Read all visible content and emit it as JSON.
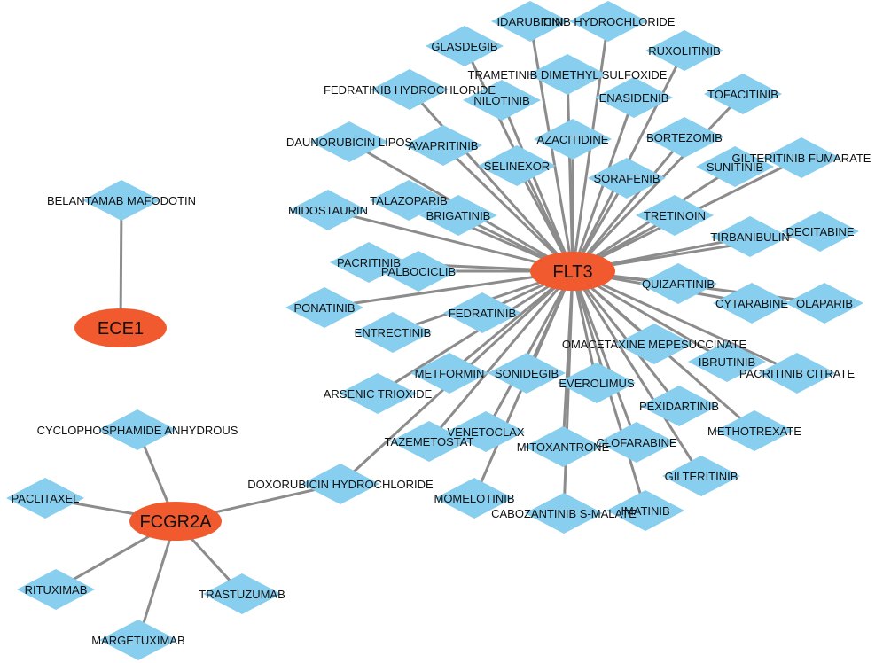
{
  "graph": {
    "genes": [
      {
        "id": "FLT3",
        "label": "FLT3"
      },
      {
        "id": "ECE1",
        "label": "ECE1"
      },
      {
        "id": "FCGR2A",
        "label": "FCGR2A"
      }
    ],
    "drugs": [
      {
        "id": "idarubicin",
        "label": "IDARUBICIN"
      },
      {
        "id": "tinib_hcl",
        "label": "TINIB HYDROCHLORIDE"
      },
      {
        "id": "glasdegib",
        "label": "GLASDEGIB"
      },
      {
        "id": "ruxolitinib",
        "label": "RUXOLITINIB"
      },
      {
        "id": "trametinib",
        "label": "TRAMETINIB DIMETHYL SULFOXIDE"
      },
      {
        "id": "fedratinib_hcl",
        "label": "FEDRATINIB HYDROCHLORIDE"
      },
      {
        "id": "nilotinib",
        "label": "NILOTINIB"
      },
      {
        "id": "enasidenib",
        "label": "ENASIDENIB"
      },
      {
        "id": "tofacitinib",
        "label": "TOFACITINIB"
      },
      {
        "id": "daunorubicin",
        "label": "DAUNORUBICIN LIPOS"
      },
      {
        "id": "avapritinib",
        "label": "AVAPRITINIB"
      },
      {
        "id": "azacitidine",
        "label": "AZACITIDINE"
      },
      {
        "id": "bortezomib",
        "label": "BORTEZOMIB"
      },
      {
        "id": "gilteritinib_fumarate",
        "label": "GILTERITINIB FUMARATE"
      },
      {
        "id": "selinexor",
        "label": "SELINEXOR"
      },
      {
        "id": "sorafenib",
        "label": "SORAFENIB"
      },
      {
        "id": "sunitinib",
        "label": "SUNITINIB"
      },
      {
        "id": "talazoparib",
        "label": "TALAZOPARIB"
      },
      {
        "id": "midostaurin",
        "label": "MIDOSTAURIN"
      },
      {
        "id": "brigatinib",
        "label": "BRIGATINIB"
      },
      {
        "id": "tretinoin",
        "label": "TRETINOIN"
      },
      {
        "id": "decitabine",
        "label": "DECITABINE"
      },
      {
        "id": "tirbanibulin",
        "label": "TIRBANIBULIN"
      },
      {
        "id": "pacritinib",
        "label": "PACRITINIB"
      },
      {
        "id": "palbociclib",
        "label": "PALBOCICLIB"
      },
      {
        "id": "quizartinib",
        "label": "QUIZARTINIB"
      },
      {
        "id": "ponatinib",
        "label": "PONATINIB"
      },
      {
        "id": "fedratinib",
        "label": "FEDRATINIB"
      },
      {
        "id": "cytarabine",
        "label": "CYTARABINE"
      },
      {
        "id": "olaparib",
        "label": "OLAPARIB"
      },
      {
        "id": "entrectinib",
        "label": "ENTRECTINIB"
      },
      {
        "id": "omacetaxine",
        "label": "OMACETAXINE MEPESUCCINATE"
      },
      {
        "id": "ibrutinib",
        "label": "IBRUTINIB"
      },
      {
        "id": "metformin",
        "label": "METFORMIN"
      },
      {
        "id": "sonidegib",
        "label": "SONIDEGIB"
      },
      {
        "id": "arsenic",
        "label": "ARSENIC TRIOXIDE"
      },
      {
        "id": "everolimus",
        "label": "EVEROLIMUS"
      },
      {
        "id": "pacritinib_citrate",
        "label": "PACRITINIB CITRATE"
      },
      {
        "id": "pexidartinib",
        "label": "PEXIDARTINIB"
      },
      {
        "id": "methotrexate",
        "label": "METHOTREXATE"
      },
      {
        "id": "venetoclax",
        "label": "VENETOCLAX"
      },
      {
        "id": "tazemetostat",
        "label": "TAZEMETOSTAT"
      },
      {
        "id": "mitoxantrone",
        "label": "MITOXANTRONE"
      },
      {
        "id": "clofarabine",
        "label": "CLOFARABINE"
      },
      {
        "id": "gilteritinib",
        "label": "GILTERITINIB"
      },
      {
        "id": "doxorubicin",
        "label": "DOXORUBICIN HYDROCHLORIDE"
      },
      {
        "id": "momelotinib",
        "label": "MOMELOTINIB"
      },
      {
        "id": "cabozantinib",
        "label": "CABOZANTINIB S-MALATE"
      },
      {
        "id": "imatinib",
        "label": "IMATINIB"
      },
      {
        "id": "belantamab",
        "label": "BELANTAMAB MAFODOTIN"
      },
      {
        "id": "cyclophosphamide",
        "label": "CYCLOPHOSPHAMIDE ANHYDROUS"
      },
      {
        "id": "paclitaxel",
        "label": "PACLITAXEL"
      },
      {
        "id": "rituximab",
        "label": "RITUXIMAB"
      },
      {
        "id": "trastuzumab",
        "label": "TRASTUZUMAB"
      },
      {
        "id": "margetuximab",
        "label": "MARGETUXIMAB"
      }
    ],
    "edges": [
      [
        "FLT3",
        "idarubicin"
      ],
      [
        "FLT3",
        "tinib_hcl"
      ],
      [
        "FLT3",
        "glasdegib"
      ],
      [
        "FLT3",
        "ruxolitinib"
      ],
      [
        "FLT3",
        "trametinib"
      ],
      [
        "FLT3",
        "fedratinib_hcl"
      ],
      [
        "FLT3",
        "nilotinib"
      ],
      [
        "FLT3",
        "enasidenib"
      ],
      [
        "FLT3",
        "tofacitinib"
      ],
      [
        "FLT3",
        "daunorubicin"
      ],
      [
        "FLT3",
        "avapritinib"
      ],
      [
        "FLT3",
        "azacitidine"
      ],
      [
        "FLT3",
        "bortezomib"
      ],
      [
        "FLT3",
        "gilteritinib_fumarate"
      ],
      [
        "FLT3",
        "selinexor"
      ],
      [
        "FLT3",
        "sorafenib"
      ],
      [
        "FLT3",
        "sunitinib"
      ],
      [
        "FLT3",
        "talazoparib"
      ],
      [
        "FLT3",
        "midostaurin"
      ],
      [
        "FLT3",
        "brigatinib"
      ],
      [
        "FLT3",
        "tretinoin"
      ],
      [
        "FLT3",
        "decitabine"
      ],
      [
        "FLT3",
        "tirbanibulin"
      ],
      [
        "FLT3",
        "pacritinib"
      ],
      [
        "FLT3",
        "palbociclib"
      ],
      [
        "FLT3",
        "quizartinib"
      ],
      [
        "FLT3",
        "ponatinib"
      ],
      [
        "FLT3",
        "fedratinib"
      ],
      [
        "FLT3",
        "cytarabine"
      ],
      [
        "FLT3",
        "olaparib"
      ],
      [
        "FLT3",
        "entrectinib"
      ],
      [
        "FLT3",
        "omacetaxine"
      ],
      [
        "FLT3",
        "ibrutinib"
      ],
      [
        "FLT3",
        "metformin"
      ],
      [
        "FLT3",
        "sonidegib"
      ],
      [
        "FLT3",
        "arsenic"
      ],
      [
        "FLT3",
        "everolimus"
      ],
      [
        "FLT3",
        "pacritinib_citrate"
      ],
      [
        "FLT3",
        "pexidartinib"
      ],
      [
        "FLT3",
        "methotrexate"
      ],
      [
        "FLT3",
        "venetoclax"
      ],
      [
        "FLT3",
        "tazemetostat"
      ],
      [
        "FLT3",
        "mitoxantrone"
      ],
      [
        "FLT3",
        "clofarabine"
      ],
      [
        "FLT3",
        "gilteritinib"
      ],
      [
        "FLT3",
        "doxorubicin"
      ],
      [
        "FLT3",
        "momelotinib"
      ],
      [
        "FLT3",
        "cabozantinib"
      ],
      [
        "FLT3",
        "imatinib"
      ],
      [
        "ECE1",
        "belantamab"
      ],
      [
        "FCGR2A",
        "doxorubicin"
      ],
      [
        "FCGR2A",
        "cyclophosphamide"
      ],
      [
        "FCGR2A",
        "paclitaxel"
      ],
      [
        "FCGR2A",
        "rituximab"
      ],
      [
        "FCGR2A",
        "trastuzumab"
      ],
      [
        "FCGR2A",
        "margetuximab"
      ]
    ]
  },
  "colors": {
    "gene_fill": "#f15a2e",
    "drug_fill": "#87ceef",
    "edge": "#8c8c8c",
    "label": "#111111"
  }
}
